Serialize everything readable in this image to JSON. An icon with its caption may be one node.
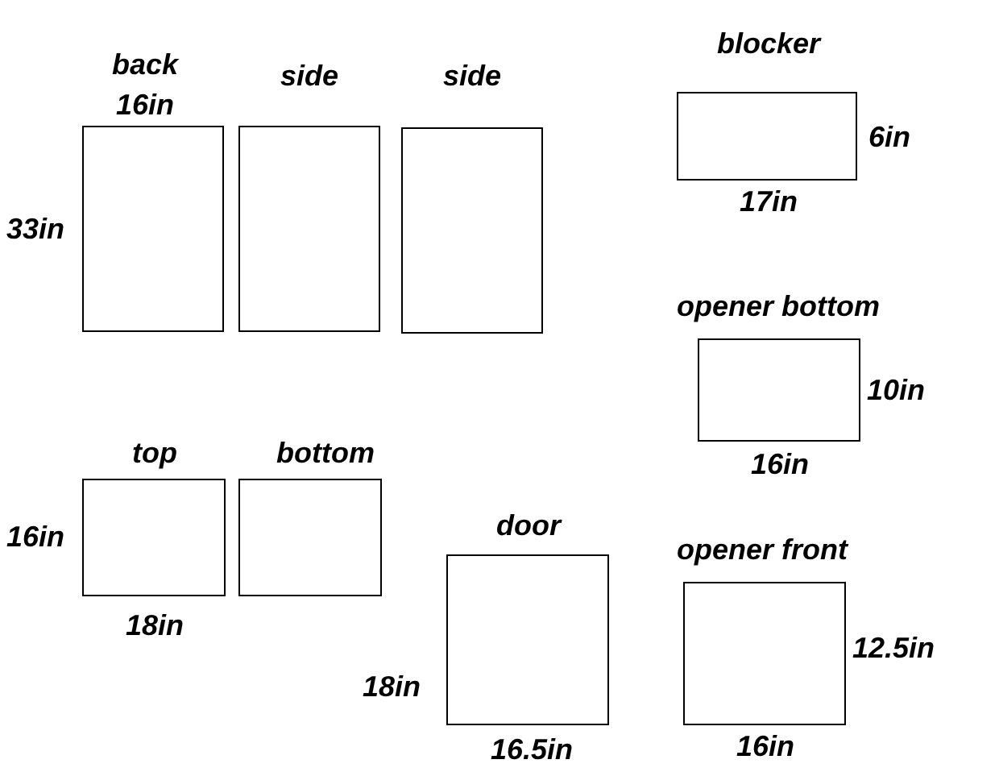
{
  "diagram": {
    "nodes": [
      {
        "text": [
          "back"
        ],
        "beside": [
          "16in",
          "33in"
        ]
      },
      {
        "text": [
          "side"
        ]
      },
      {
        "text": [
          "side"
        ]
      },
      {
        "text": [
          "blocker"
        ],
        "beside": [
          "6in",
          "17in"
        ]
      },
      {
        "text": [
          "opener bottom"
        ],
        "beside": [
          "10in",
          "16in"
        ]
      },
      {
        "text": [
          "top"
        ],
        "beside": [
          "16in",
          "18in"
        ]
      },
      {
        "text": [
          "bottom"
        ]
      },
      {
        "text": [
          "door"
        ],
        "beside": [
          "18in",
          "16.5in"
        ]
      },
      {
        "text": [
          "opener front"
        ],
        "beside": [
          "12.5in",
          "16in"
        ]
      }
    ]
  }
}
